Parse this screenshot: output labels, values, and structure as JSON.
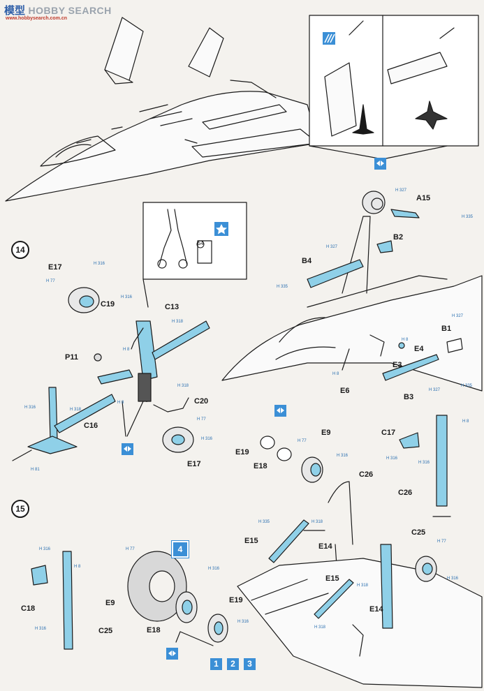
{
  "watermark": {
    "brand_cn": "模型",
    "brand_en": "HOBBY SEARCH",
    "site": "www.hobbysearch.com.cn"
  },
  "steps": {
    "s14": "14",
    "s15": "15"
  },
  "parts": {
    "A15": "A15",
    "B2": "B2",
    "B4": "B4",
    "B1": "B1",
    "E4": "E4",
    "E3": "E3",
    "B3": "B3",
    "E6": "E6",
    "E17a": "E17",
    "C19": "C19",
    "C13": "C13",
    "P11": "P11",
    "C20": "C20",
    "C16": "C16",
    "E17b": "E17",
    "E19a": "E19",
    "E18a": "E18",
    "E9a": "E9",
    "C17": "C17",
    "C26a": "C26",
    "C26b": "C26",
    "E15a": "E15",
    "E14a": "E14",
    "C25a": "C25",
    "E15b": "E15",
    "E14b": "E14",
    "C18": "C18",
    "C25b": "C25",
    "E9b": "E9",
    "E18b": "E18",
    "E19b": "E19"
  },
  "colors": {
    "H327": "H 327",
    "H335": "H 335",
    "H316": "H 316",
    "H77": "H 77",
    "H8": "H 8",
    "H318": "H 318",
    "H81": "H 81"
  },
  "badges": {
    "b4": "4",
    "b1": "1",
    "b2": "2",
    "b3": "3",
    "inset_ref": "54"
  },
  "accent": "#8fd0e8",
  "ink": "#1a1a1a",
  "badge_blue": "#3b8fd6",
  "icons": [
    "arrow-swap-icon",
    "star-icon",
    "decal-stripe-icon"
  ]
}
